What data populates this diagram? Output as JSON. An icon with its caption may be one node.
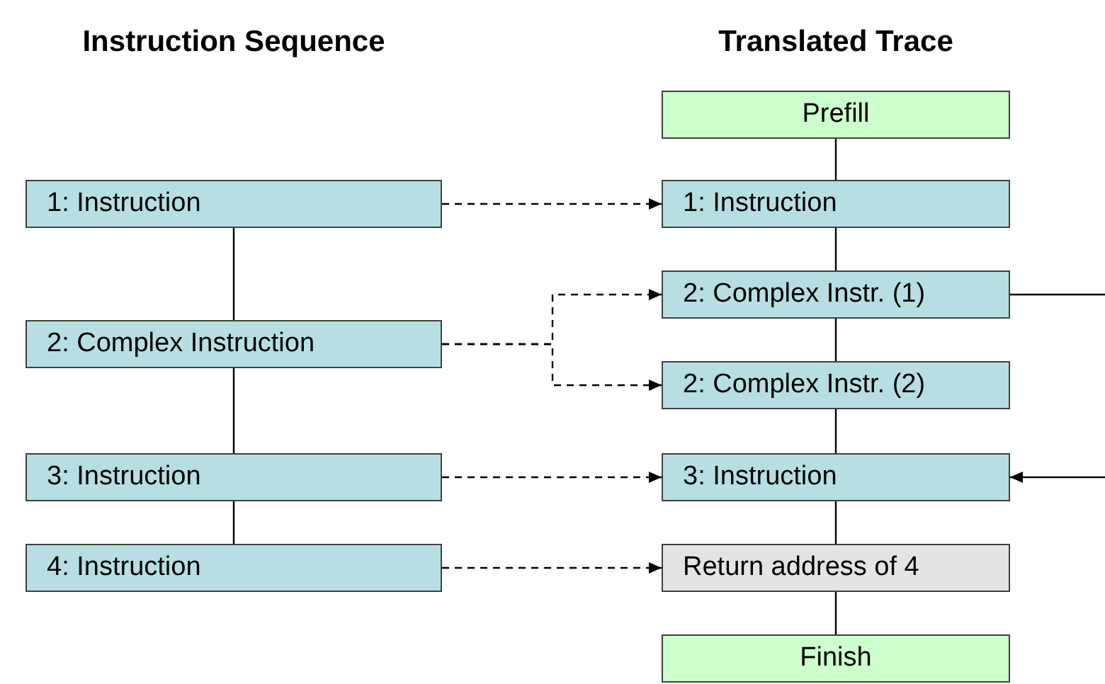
{
  "diagram": {
    "nodes": [
      {
        "text": [
          "Prefill"
        ]
      },
      {
        "text": [
          "1: Instruction"
        ]
      },
      {
        "text": [
          "1: Instruction"
        ]
      },
      {
        "text": [
          "2: Complex Instr. (1)"
        ]
      },
      {
        "text": [
          "2: Complex Instruction"
        ]
      },
      {
        "text": [
          "2: Complex Instr. (2)"
        ]
      },
      {
        "text": [
          "3: Instruction"
        ]
      },
      {
        "text": [
          "3: Instruction"
        ]
      },
      {
        "text": [
          "4: Instruction"
        ]
      },
      {
        "text": [
          "Return address of 4"
        ]
      },
      {
        "text": [
          "Finish"
        ]
      }
    ],
    "edges": [
      {
        "from": 1,
        "to": 4,
        "arrow": "none"
      },
      {
        "from": 4,
        "to": 6,
        "arrow": "none"
      },
      {
        "from": 6,
        "to": 8,
        "arrow": "none"
      },
      {
        "from": 0,
        "to": 2,
        "arrow": "none"
      },
      {
        "from": 2,
        "to": 3,
        "arrow": "none"
      },
      {
        "from": 3,
        "to": 5,
        "arrow": "none"
      },
      {
        "from": 5,
        "to": 7,
        "arrow": "none"
      },
      {
        "from": 7,
        "to": 9,
        "arrow": "none"
      },
      {
        "from": 9,
        "to": 10,
        "arrow": "none"
      },
      {
        "from": 1,
        "to": 2,
        "arrow": "to",
        "style": "dashed"
      },
      {
        "from": 4,
        "to": 3,
        "arrow": "to",
        "style": "dashed"
      },
      {
        "from": 4,
        "to": 5,
        "arrow": "to",
        "style": "dashed"
      },
      {
        "from": 6,
        "to": 7,
        "arrow": "to",
        "style": "dashed"
      },
      {
        "from": 8,
        "to": 9,
        "arrow": "to",
        "style": "dashed"
      },
      {
        "from": 3,
        "to": null,
        "arrow": "none"
      },
      {
        "from": null,
        "to": 7,
        "arrow": "to"
      }
    ],
    "labels": [
      "Instruction Sequence",
      "Translated Trace"
    ]
  }
}
